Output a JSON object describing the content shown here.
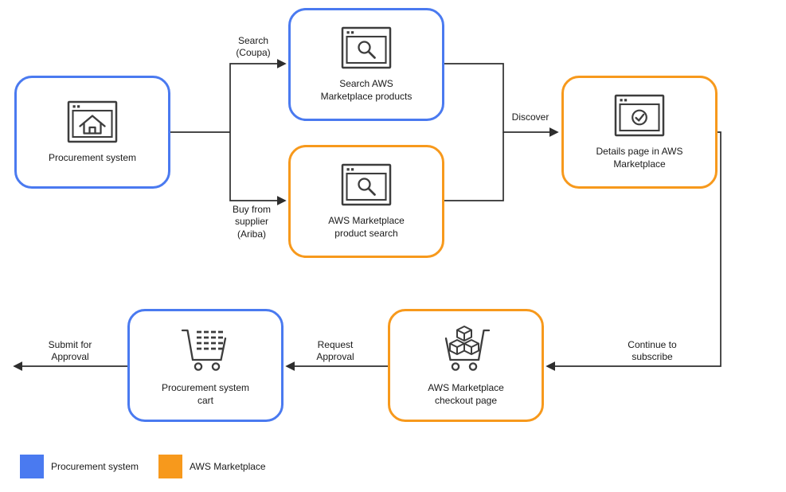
{
  "diagram": {
    "nodes": {
      "procurement_system": {
        "label": "Procurement system",
        "system": "procurement",
        "icon": "browser-home"
      },
      "search_aws_products": {
        "label": "Search AWS Marketplace products",
        "system": "procurement",
        "icon": "browser-search"
      },
      "aws_product_search": {
        "label": "AWS Marketplace product search",
        "system": "aws",
        "icon": "browser-search"
      },
      "details_page": {
        "label": "Details page in AWS Marketplace",
        "system": "aws",
        "icon": "browser-check"
      },
      "checkout_page": {
        "label": "AWS Marketplace checkout page",
        "system": "aws",
        "icon": "cart-boxes"
      },
      "procurement_cart": {
        "label": "Procurement system cart",
        "system": "procurement",
        "icon": "cart-items"
      }
    },
    "edges": {
      "search_coupa": {
        "label": "Search (Coupa)",
        "from": "procurement_system",
        "to": "search_aws_products"
      },
      "buy_from_supplier": {
        "label": "Buy from supplier (Ariba)",
        "from": "procurement_system",
        "to": "aws_product_search"
      },
      "discover": {
        "label": "Discover",
        "from": "search_aws_products, aws_product_search",
        "to": "details_page"
      },
      "continue_to_subscribe": {
        "label": "Continue to subscribe",
        "from": "details_page",
        "to": "checkout_page"
      },
      "request_approval": {
        "label": "Request Approval",
        "from": "checkout_page",
        "to": "procurement_cart"
      },
      "submit_for_approval": {
        "label": "Submit for Approval",
        "from": "procurement_cart",
        "to": "off-canvas-left"
      }
    },
    "legend": {
      "items": [
        {
          "label": "Procurement system",
          "color": "#4a7af0"
        },
        {
          "label": "AWS Marketplace",
          "color": "#f7991c"
        }
      ]
    },
    "colors": {
      "procurement": "#4a7af0",
      "aws": "#f7991c",
      "arrow": "#2e2e2e",
      "icon": "#3d3d3d",
      "background": "#ffffff"
    }
  }
}
